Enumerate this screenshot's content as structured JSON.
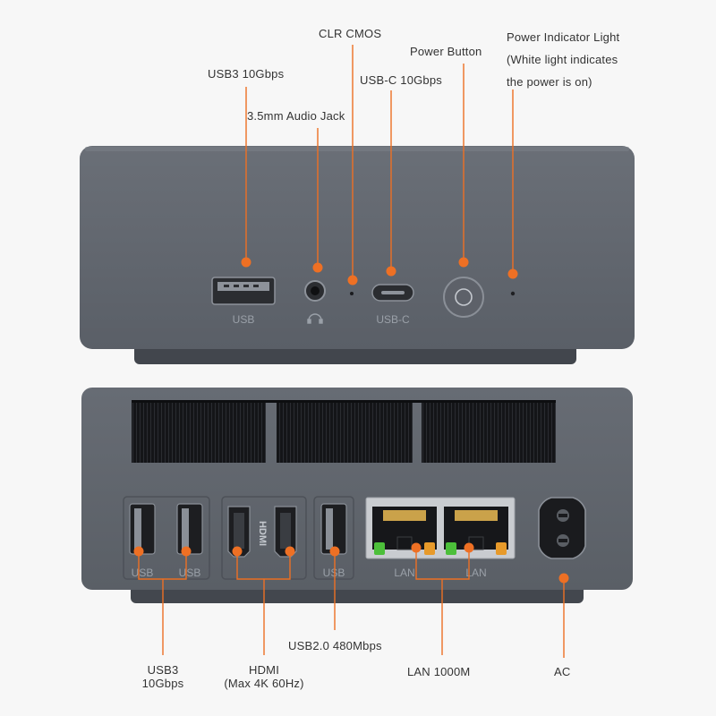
{
  "colors": {
    "accent": "#ee7024",
    "device_body": "#5b6068",
    "device_shadow": "#4a4f56",
    "port_label": "#9aa0a8",
    "led_green": "#4cbf3a",
    "led_orange": "#e79a2a"
  },
  "front_panel": {
    "callouts": {
      "usb3": "USB3 10Gbps",
      "audio": "3.5mm Audio Jack",
      "clr_cmos": "CLR CMOS",
      "usbc": "USB-C 10Gbps",
      "power_button": "Power Button",
      "power_light_line1": "Power Indicator Light",
      "power_light_line2": "(White light indicates",
      "power_light_line3": "the power is on)"
    },
    "port_labels": {
      "usb": "USB",
      "usbc": "USB-C"
    },
    "icons": {
      "headphone": "headphone-icon"
    }
  },
  "rear_panel": {
    "port_labels": {
      "usb1": "USB",
      "usb2": "USB",
      "usb3": "USB",
      "lan1": "LAN",
      "lan2": "LAN",
      "hdmi_logo": "HDMI"
    },
    "callouts": {
      "usb3_line1": "USB3",
      "usb3_line2": "10Gbps",
      "hdmi_line1": "HDMI",
      "hdmi_line2": "(Max 4K 60Hz)",
      "usb2": "USB2.0 480Mbps",
      "lan": "LAN 1000M",
      "ac": "AC"
    }
  }
}
